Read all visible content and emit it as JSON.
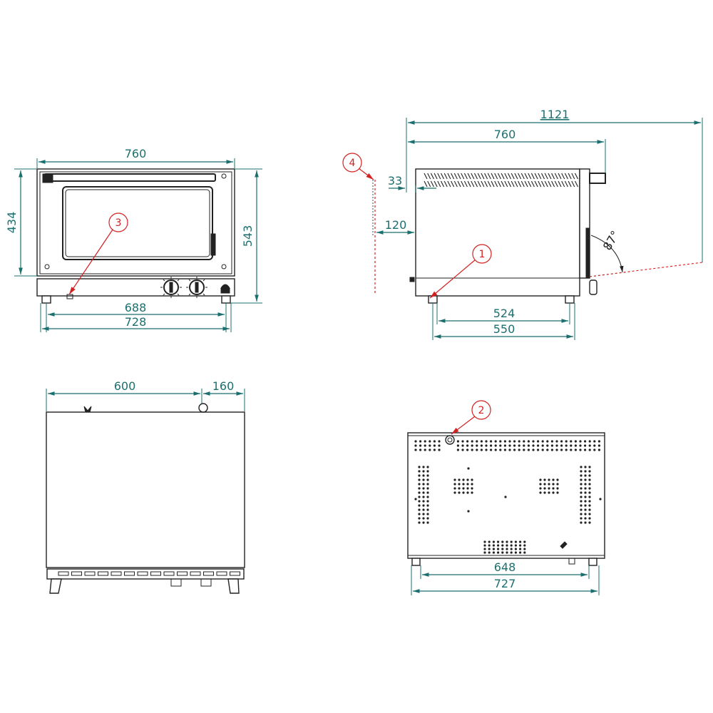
{
  "front_view": {
    "dims": {
      "width_top": "760",
      "height_left": "434",
      "height_right": "543",
      "feet_inner": "688",
      "feet_outer": "728"
    },
    "callout": "3"
  },
  "side_view": {
    "dims": {
      "overall": "1121",
      "depth": "760",
      "offset_top": "33",
      "offset_rear": "120",
      "feet_inner": "524",
      "feet_outer": "550",
      "door_angle": "87°"
    },
    "callouts": {
      "one": "1",
      "four": "4"
    }
  },
  "top_view": {
    "dims": {
      "depth": "600",
      "rear_protrusion": "160"
    }
  },
  "rear_view": {
    "dims": {
      "feet_inner": "648",
      "feet_outer": "727"
    },
    "callout": "2"
  },
  "colors": {
    "dimension": "#1c6f6f",
    "callout": "#d42020",
    "outline": "#222222"
  }
}
